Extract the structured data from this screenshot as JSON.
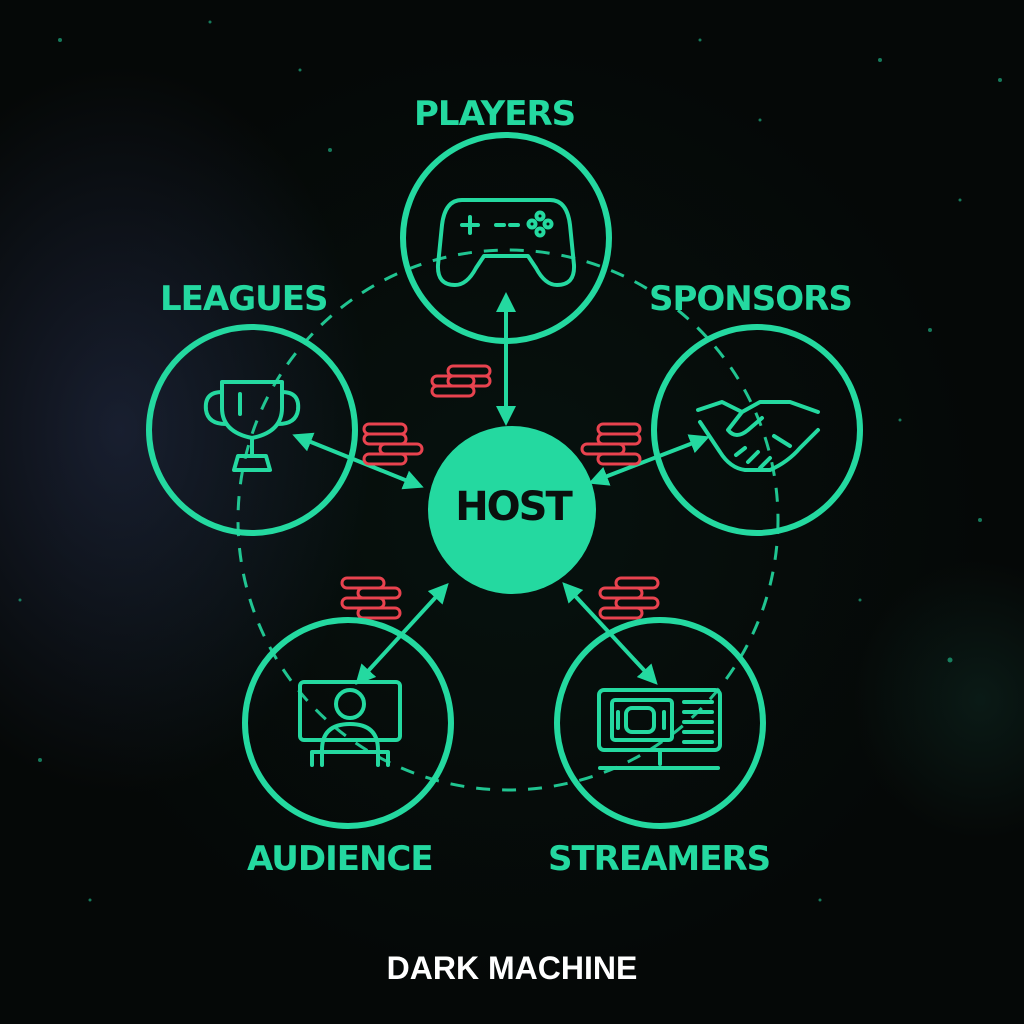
{
  "colors": {
    "accent": "#24d9a0",
    "coins": "#e8434f",
    "background": "#050807",
    "host_text": "#0a0f0d",
    "brand": "#ffffff"
  },
  "diagram": {
    "center": {
      "label": "HOST"
    },
    "nodes": [
      {
        "id": "players",
        "label": "PLAYERS",
        "icon": "gamepad-icon"
      },
      {
        "id": "sponsors",
        "label": "SPONSORS",
        "icon": "handshake-icon"
      },
      {
        "id": "streamers",
        "label": "STREAMERS",
        "icon": "monitor-icon"
      },
      {
        "id": "audience",
        "label": "AUDIENCE",
        "icon": "viewer-icon"
      },
      {
        "id": "leagues",
        "label": "LEAGUES",
        "icon": "trophy-icon"
      }
    ],
    "connections": [
      {
        "from": "host",
        "to": "players",
        "direction": "both",
        "coins": true
      },
      {
        "from": "host",
        "to": "sponsors",
        "direction": "both",
        "coins": true
      },
      {
        "from": "host",
        "to": "streamers",
        "direction": "both",
        "coins": true
      },
      {
        "from": "host",
        "to": "audience",
        "direction": "both",
        "coins": true
      },
      {
        "from": "host",
        "to": "leagues",
        "direction": "both",
        "coins": true
      }
    ]
  },
  "brand": {
    "name": "DARK MACHINE"
  }
}
